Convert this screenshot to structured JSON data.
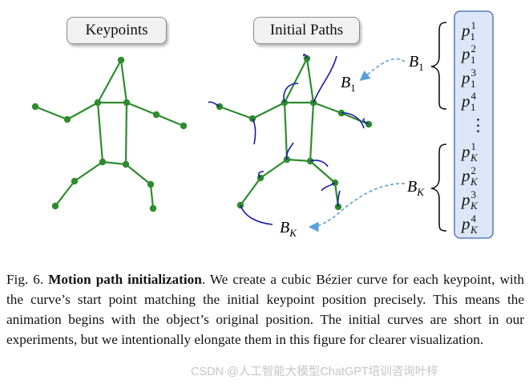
{
  "panels": {
    "keypoints_label": "Keypoints",
    "initial_paths_label": "Initial Paths"
  },
  "annotations": {
    "b1": "B",
    "b1_sub": "1",
    "bk": "B",
    "bk_sub": "K"
  },
  "point_list": {
    "p": "p",
    "rows_first": [
      {
        "sup": "1",
        "sub": "1"
      },
      {
        "sup": "2",
        "sub": "1"
      },
      {
        "sup": "3",
        "sub": "1"
      },
      {
        "sup": "4",
        "sub": "1"
      }
    ],
    "ellipsis": "⋮",
    "rows_last": [
      {
        "sup": "1",
        "sub": "K"
      },
      {
        "sup": "2",
        "sub": "K"
      },
      {
        "sup": "3",
        "sub": "K"
      },
      {
        "sup": "4",
        "sub": "K"
      }
    ]
  },
  "caption": {
    "prefix": "Fig. 6.",
    "title": "Motion path initialization",
    "body": ". We create a cubic Bézier curve for each keypoint, with the curve’s start point matching the initial keypoint position precisely. This means the animation begins with the object’s original position. The initial curves are short in our experiments, but we intentionally elongate them in this figure for clearer visualization."
  },
  "watermark": "CSDN @人工智能大模型ChatGPT培训咨询叶梓",
  "colors": {
    "skeleton": "#2e8b2e",
    "curve": "#1a1aa6",
    "arrow": "#5aa0d8",
    "list_bg": "#dde6f8",
    "list_border": "#5b7fc0"
  }
}
